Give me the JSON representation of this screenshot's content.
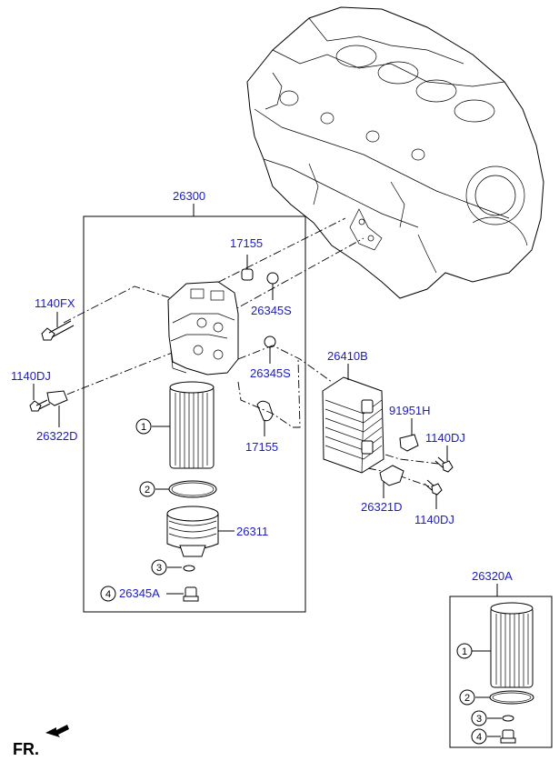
{
  "labels": {
    "p26300": "26300",
    "p17155_top": "17155",
    "p26345S_top": "26345S",
    "p1140FX": "1140FX",
    "p26345S_mid": "26345S",
    "p1140DJ_left": "1140DJ",
    "p26322D": "26322D",
    "p17155_bottom": "17155",
    "p26410B": "26410B",
    "p91951H": "91951H",
    "p1140DJ_right": "1140DJ",
    "p26321D": "26321D",
    "p1140DJ_bottom": "1140DJ",
    "p26311": "26311",
    "p26345A": "26345A",
    "p26320A": "26320A",
    "front": "FR."
  },
  "callouts": {
    "c1": "1",
    "c2": "2",
    "c3": "3",
    "c4": "4",
    "k1": "1",
    "k2": "2",
    "k3": "3",
    "k4": "4"
  },
  "icons": {
    "front_arrow": "front-direction-arrow"
  }
}
